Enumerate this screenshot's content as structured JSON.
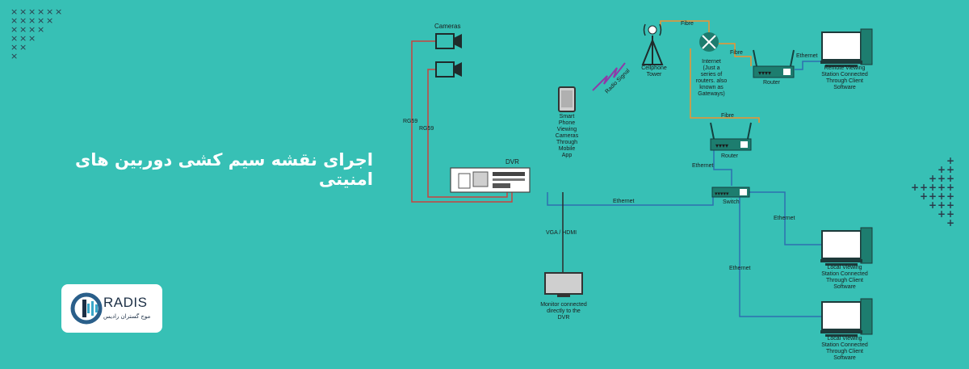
{
  "page": {
    "title": "اجرای نقشه سیم کشی دوربین های امنیتی",
    "background": "#37c0b5"
  },
  "logo": {
    "name": "RADIS",
    "subtitle": "موج گستران رادیس",
    "accent": "#1c2f45"
  },
  "decor": {
    "x_glyph": "×",
    "plus_glyph": "+",
    "icon": "x-pattern-icon"
  },
  "diagram": {
    "colors": {
      "coax": "#c8423f",
      "fibre": "#f0922e",
      "ethernet": "#2f6fb0",
      "video": "#2b2b2b",
      "radio": "#8e3aa8"
    },
    "cameras_label": "Cameras",
    "rg59_a": "RG59",
    "rg59_b": "RG59",
    "dvr_label": "DVR",
    "phone_label": [
      "Smart",
      "Phone",
      "Viewing",
      "Cameras",
      "Through",
      "Mobile",
      "App"
    ],
    "radio_label": "Radio Signal",
    "tower_label": [
      "Cellphone",
      "Tower"
    ],
    "fibre_top": "Fibre",
    "internet_label": [
      "Internet",
      "(Just a",
      "series of",
      "routers. also",
      "known as",
      "Gateways)"
    ],
    "fibre_right": "Fibre",
    "router_top_label": "Router",
    "ethernet_top": "Ethernet",
    "remote_label": [
      "Remote Viewing",
      "Station Connected",
      "Through Client",
      "Software"
    ],
    "fibre_mid": "Fibre",
    "router_mid_label": "Router",
    "ethernet_router_switch": "Ethernet",
    "switch_label": "Switch",
    "ethernet_dvr_switch": "Ethernet",
    "vga_label": "VGA / HDMI",
    "monitor_label": [
      "Monitor connected",
      "directly to the",
      "DVR"
    ],
    "ethernet_local_1": "Ethernet",
    "local_1_label": [
      "Local Viewing",
      "Station Connected",
      "Through Client",
      "Software"
    ],
    "ethernet_local_2": "Ethernet",
    "local_2_label": [
      "Local Viewing",
      "Station Connected",
      "Through Client",
      "Software"
    ]
  }
}
